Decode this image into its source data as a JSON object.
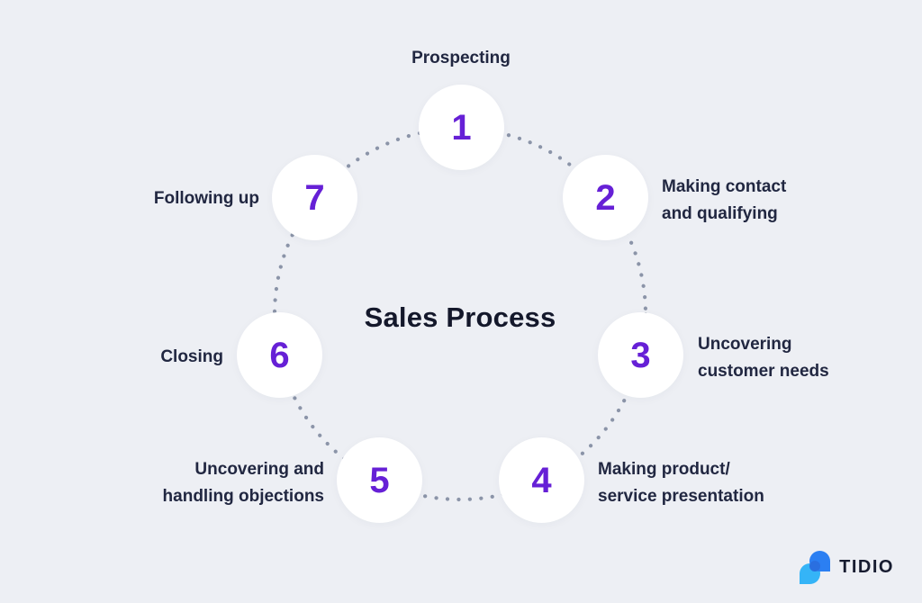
{
  "diagram": {
    "title": "Sales Process",
    "steps": [
      {
        "number": "1",
        "label": "Prospecting"
      },
      {
        "number": "2",
        "label": "Making contact\nand qualifying"
      },
      {
        "number": "3",
        "label": "Uncovering\ncustomer needs"
      },
      {
        "number": "4",
        "label": "Making product/\nservice presentation"
      },
      {
        "number": "5",
        "label": "Uncovering and\nhandling objections"
      },
      {
        "number": "6",
        "label": "Closing"
      },
      {
        "number": "7",
        "label": "Following up"
      }
    ]
  },
  "branding": {
    "logo_text": "TIDIO",
    "logo_icon": "chat-bubbles-icon"
  },
  "colors": {
    "background": "#edeff4",
    "accent_purple": "#6620d6",
    "text_navy": "#212741",
    "title_navy": "#14182b",
    "dot_gray": "#8b94a8",
    "logo_blue_dark": "#2b7ff2",
    "logo_blue_light": "#35b4f7"
  }
}
